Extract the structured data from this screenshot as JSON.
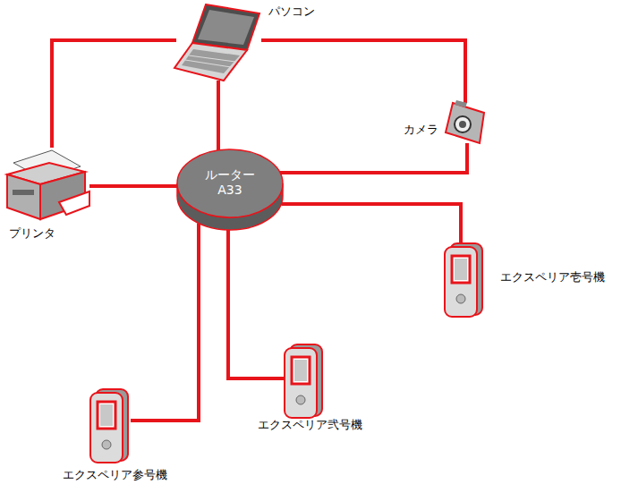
{
  "diagram": {
    "nodes": [
      {
        "text": [
          "パソコン"
        ]
      },
      {
        "text": [
          "カメラ"
        ]
      },
      {
        "text": [
          "プリンタ"
        ]
      },
      {
        "text": [
          "ルーター",
          "A33"
        ]
      },
      {
        "text": [
          "エクスペリア壱号機"
        ]
      },
      {
        "text": [
          "エクスペリア弐号機"
        ]
      },
      {
        "text": [
          "エクスペリア参号機"
        ]
      }
    ],
    "edges": [
      {
        "from": 0,
        "to": 3,
        "arrow": "none"
      },
      {
        "from": 0,
        "to": 1,
        "arrow": "none"
      },
      {
        "from": 0,
        "to": 2,
        "arrow": "none"
      },
      {
        "from": 2,
        "to": 3,
        "arrow": "none"
      },
      {
        "from": 1,
        "to": 3,
        "arrow": "none"
      },
      {
        "from": 3,
        "to": 4,
        "arrow": "none"
      },
      {
        "from": 3,
        "to": 5,
        "arrow": "none"
      },
      {
        "from": 3,
        "to": 6,
        "arrow": "none"
      }
    ]
  }
}
